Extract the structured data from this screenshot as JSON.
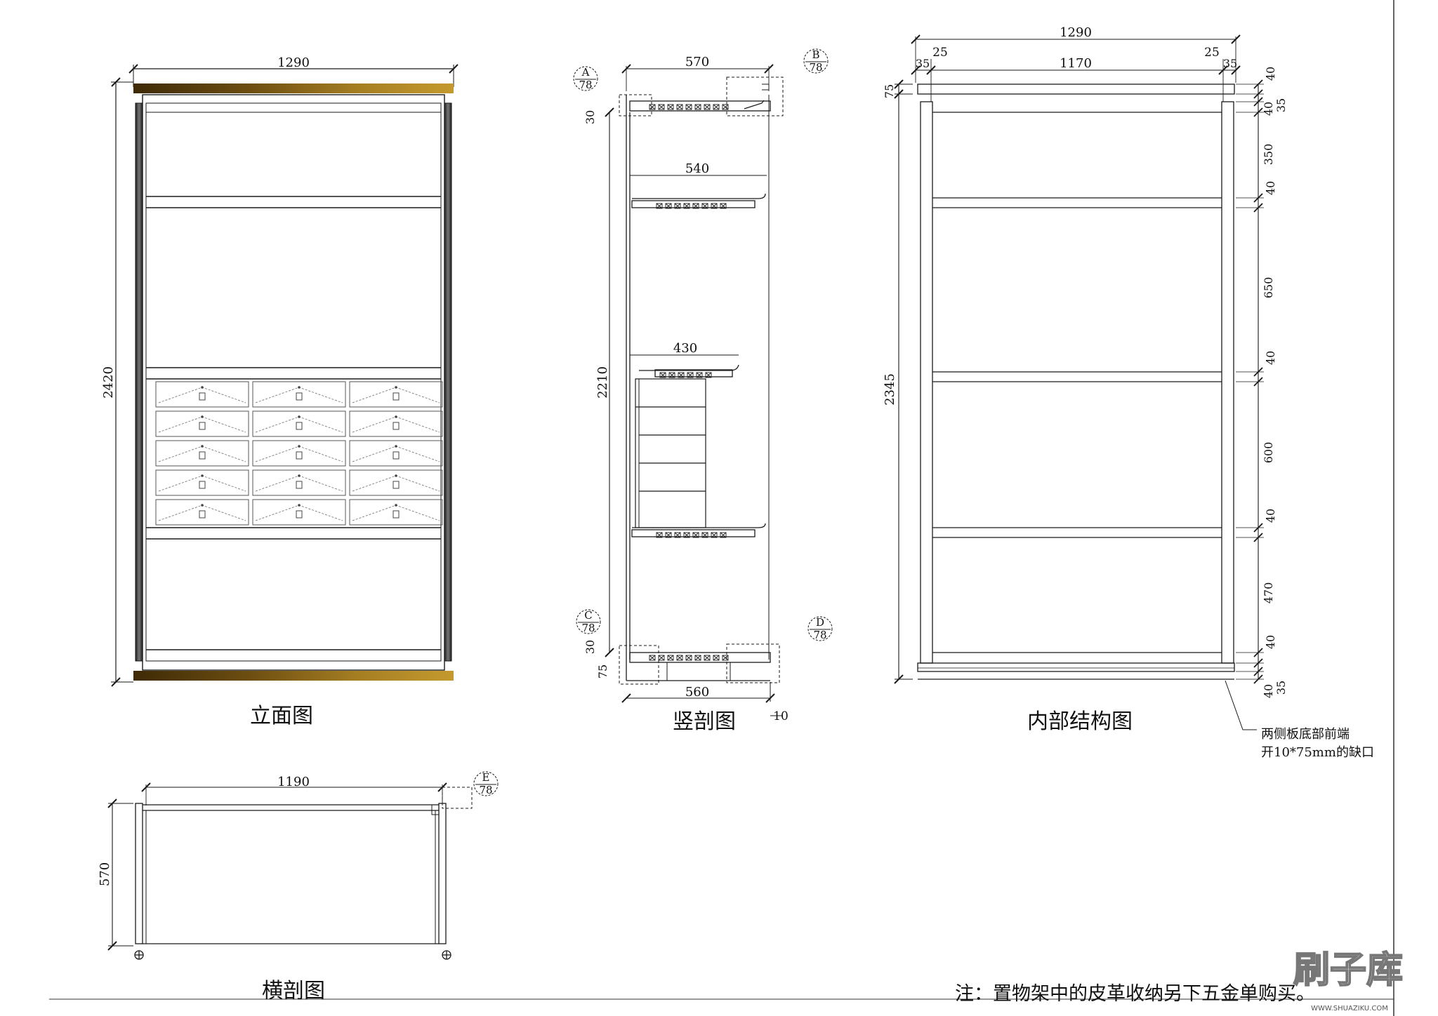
{
  "views": {
    "elevation": {
      "title": "立面图",
      "width": "1290",
      "height": "2420"
    },
    "vertical_section": {
      "title": "竖剖图",
      "depth_top": "570",
      "shelf1": "540",
      "shelf2": "430",
      "depth_bottom": "560",
      "height": "2210",
      "top_gap": "30",
      "bottom_gap": "30",
      "plinth": "75",
      "back_offset": "10",
      "detail_a": {
        "letter": "A",
        "sheet": "78"
      },
      "detail_b": {
        "letter": "B",
        "sheet": "78"
      },
      "detail_c": {
        "letter": "C",
        "sheet": "78"
      },
      "detail_d": {
        "letter": "D",
        "sheet": "78"
      }
    },
    "internal_structure": {
      "title": "内部结构图",
      "width": "1290",
      "inner_width": "1170",
      "left_offset": "25",
      "right_offset": "25",
      "left_side": "35",
      "right_side": "35",
      "top_plinth": "75",
      "height": "2345",
      "right_dims": [
        "40",
        "40",
        "35",
        "350",
        "40",
        "650",
        "40",
        "600",
        "40",
        "470",
        "40",
        "40",
        "35"
      ],
      "note_line1": "两侧板底部前端",
      "note_line2": "开10*75mm的缺口"
    },
    "cross_section": {
      "title": "横剖图",
      "width": "1190",
      "depth": "570",
      "detail_e": {
        "letter": "E",
        "sheet": "78"
      }
    }
  },
  "footer_note": "注：置物架中的皮革收纳另下五金单购买。",
  "watermark": {
    "text": "刷子库",
    "url_text": "WWW.SHUAZIKU.COM"
  },
  "colors": {
    "line": "#1a1a1a",
    "gold_dark": "#4a3308",
    "gold_light": "#b8902a",
    "leather": "#8a8a8a"
  }
}
